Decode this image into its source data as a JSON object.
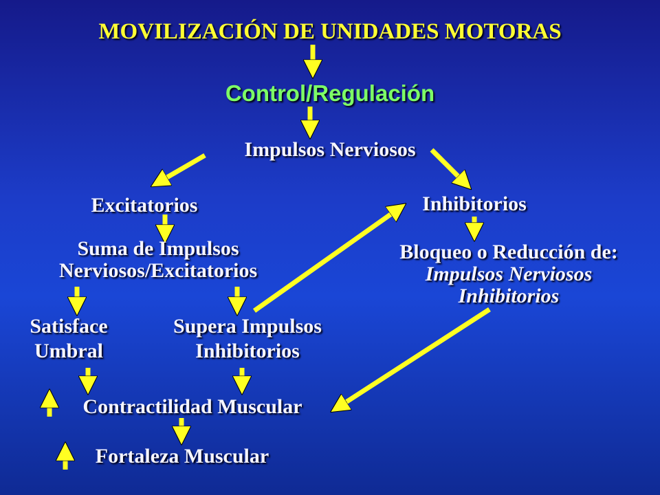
{
  "title": "MOVILIZACIÓN DE UNIDADES MOTORAS",
  "control": "Control/Regulación",
  "impulsos": "Impulsos Nerviosos",
  "excitatorios": "Excitatorios",
  "inhibitorios": "Inhibitorios",
  "suma_line1": "Suma de Impulsos",
  "suma_line2": "Nerviosos/Excitatorios",
  "bloqueo_line1": "Bloqueo o Reducción de:",
  "bloqueo_line2": "Impulsos Nerviosos",
  "bloqueo_line3": "Inhibitorios",
  "satisface_line1": "Satisface",
  "satisface_line2": "Umbral",
  "supera_line1": "Supera Impulsos",
  "supera_line2": "Inhibitorios",
  "contractilidad": "Contractilidad Muscular",
  "fortaleza": "Fortaleza Muscular",
  "colors": {
    "arrow": "#ffff22",
    "title": "#ffff33",
    "control": "#7dff66",
    "text": "#f5f5ff"
  }
}
